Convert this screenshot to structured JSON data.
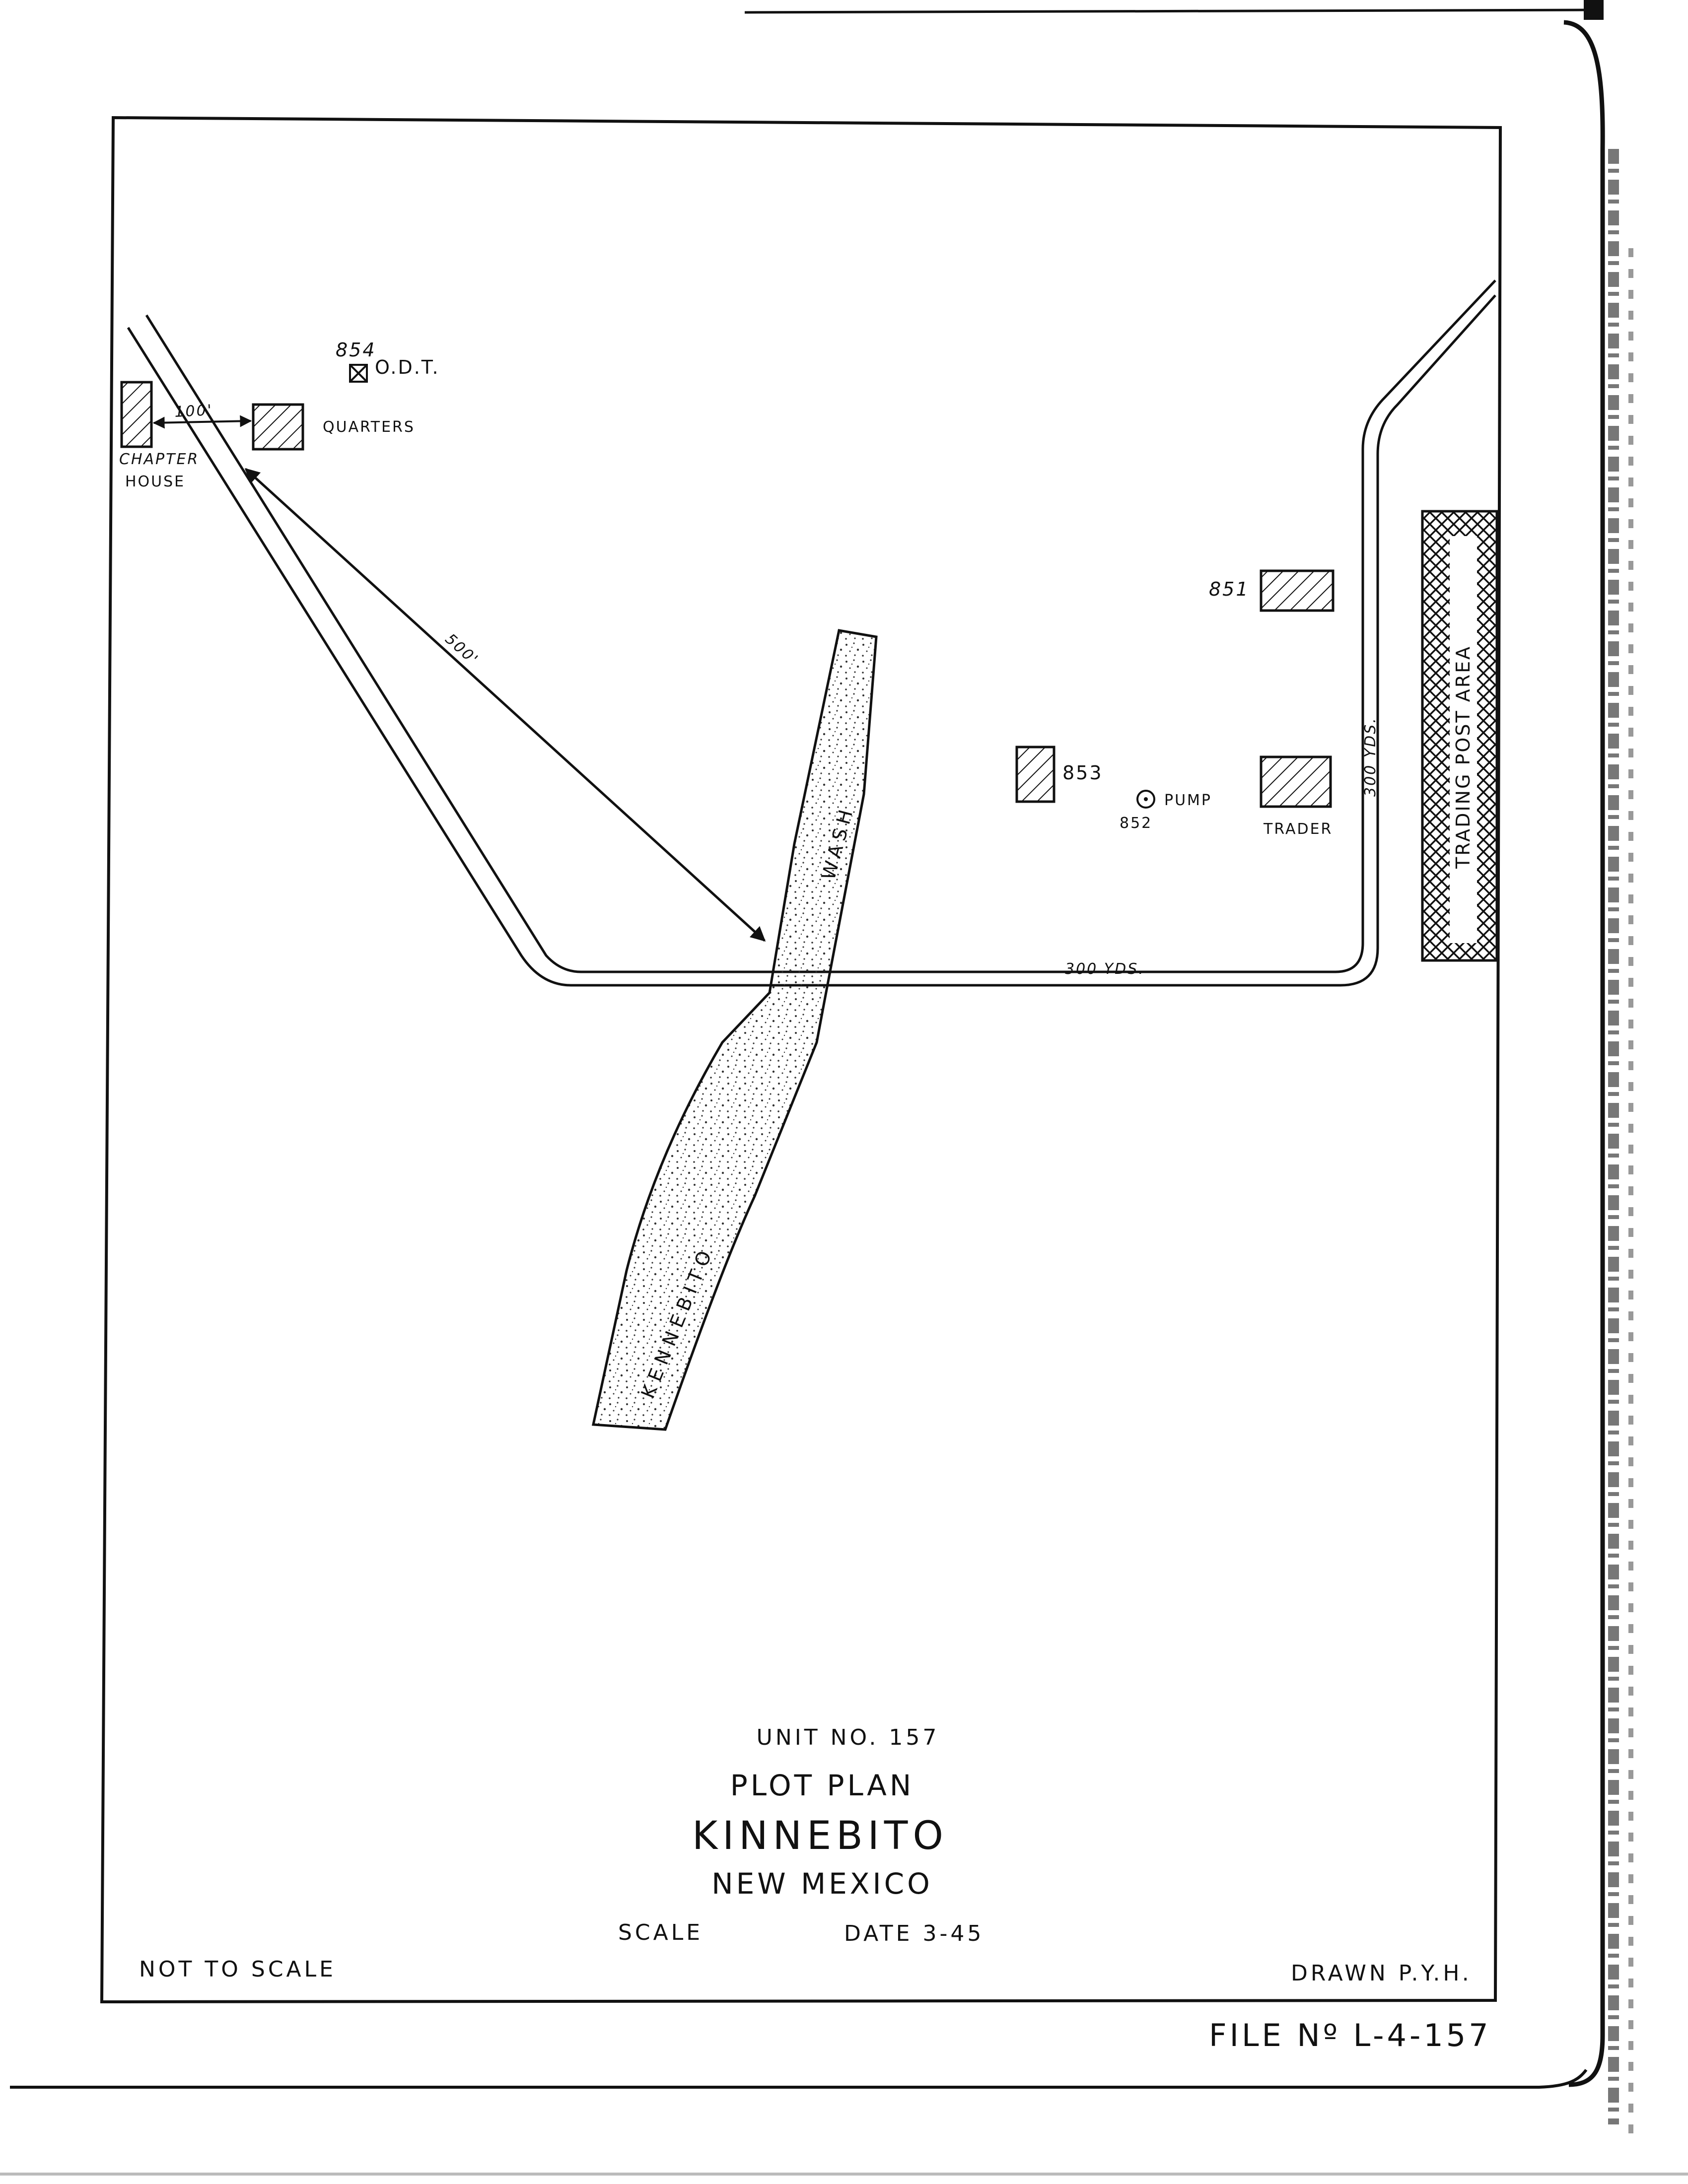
{
  "labels": {
    "bldg_854": "854",
    "odt": "O.D.T.",
    "dim_100": "100'",
    "quarters": "QUARTERS",
    "chapter": "CHAPTER",
    "house": "HOUSE",
    "dim_500": "500'",
    "bldg_851": "851",
    "bldg_853": "853",
    "pump": "PUMP",
    "bldg_852": "852",
    "trader": "TRADER",
    "dim_300_v": "300 YDS.",
    "dim_300_h": "300 YDS.",
    "trading_post_area": "TRADING POST AREA",
    "wash": "WASH",
    "kennebito": "KENNEBITO"
  },
  "title_block": {
    "unit": "UNIT NO. 157",
    "plan": "PLOT PLAN",
    "place": "KINNEBITO",
    "state": "NEW MEXICO",
    "scale": "SCALE",
    "date": "DATE 3-45",
    "not_to_scale": "NOT TO SCALE",
    "drawn": "DRAWN P.Y.H.",
    "file_no": "FILE Nº L-4-157"
  }
}
